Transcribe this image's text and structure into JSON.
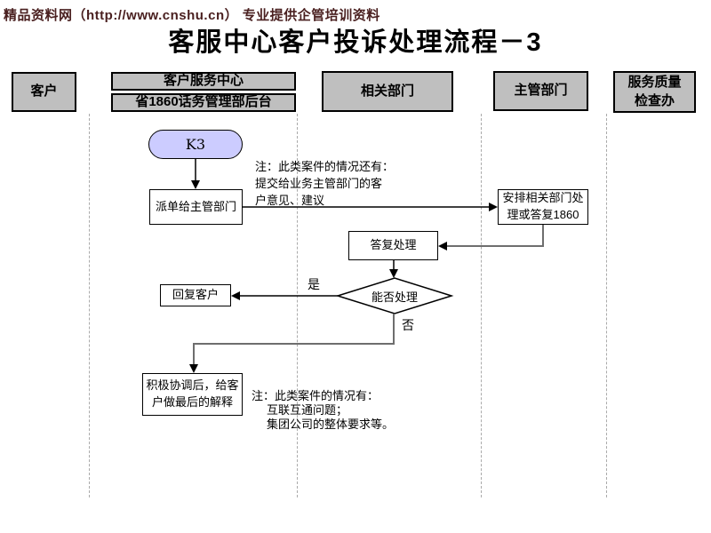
{
  "watermark": "精品资料网（http://www.cnshu.cn） 专业提供企管培训资料",
  "title": "客服中心客户投诉处理流程－3",
  "lanes": [
    {
      "id": "customer",
      "label": "客户"
    },
    {
      "id": "service_center",
      "label": "客户服务中心"
    },
    {
      "id": "service_center_backstage",
      "label": "省1860话务管理部后台"
    },
    {
      "id": "related_dept",
      "label": "相关部门"
    },
    {
      "id": "supervisor_dept",
      "label": "主管部门"
    },
    {
      "id": "quality_office",
      "label": "服务质量检查办"
    }
  ],
  "nodes": {
    "start": {
      "label": "K3",
      "shape": "stadium"
    },
    "dispatch": {
      "label": "派单给主管部门",
      "shape": "rect"
    },
    "arrange": {
      "label": "安排相关部门处理或答复1860",
      "shape": "rect"
    },
    "reply_process": {
      "label": "答复处理",
      "shape": "rect"
    },
    "decision": {
      "label": "能否处理",
      "shape": "diamond"
    },
    "reply_customer": {
      "label": "回复客户",
      "shape": "rect"
    },
    "coordinate": {
      "label": "积极协调后，给客户做最后的解释",
      "shape": "rect"
    }
  },
  "edges": [
    {
      "from": "start",
      "to": "dispatch",
      "label": ""
    },
    {
      "from": "dispatch",
      "to": "arrange",
      "label": ""
    },
    {
      "from": "arrange",
      "to": "reply_process",
      "label": ""
    },
    {
      "from": "reply_process",
      "to": "decision",
      "label": ""
    },
    {
      "from": "decision",
      "to": "reply_customer",
      "label": "是"
    },
    {
      "from": "decision",
      "to": "coordinate",
      "label": "否"
    }
  ],
  "notes": {
    "note1_lines": [
      "注：此类案件的情况还有：",
      "提交给业务主管部门的客",
      "户意见、建议"
    ],
    "note2_lines": [
      "注：此类案件的情况有：",
      "互联互通问题；",
      "集团公司的整体要求等。"
    ]
  },
  "colors": {
    "header_fill": "#bfbfbf",
    "start_fill": "#ccccff",
    "watermark_color": "#4a2020",
    "line_color": "#000000",
    "connector_gray": "#6e6e6e",
    "lane_line": "#aaaaaa"
  }
}
